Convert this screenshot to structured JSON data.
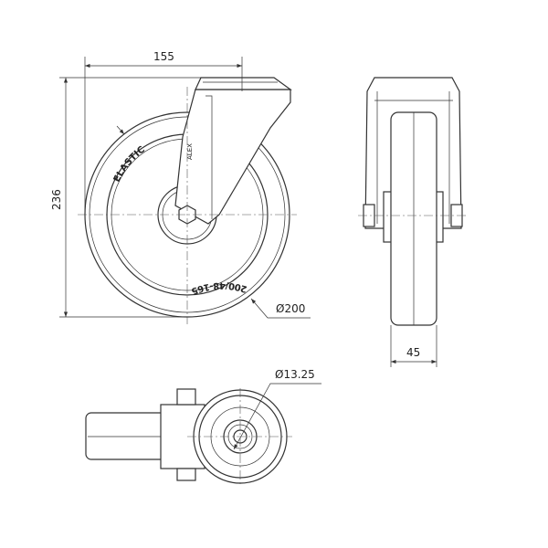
{
  "dimensions": {
    "width_offset": "155",
    "height": "236",
    "wheel_diameter": "Ø200",
    "wheel_width": "45",
    "bore_diameter": "Ø13.25"
  },
  "wheel_markings": {
    "brand": "ELASTIC",
    "size": "200/48-165",
    "fork_mark": "ALEX"
  }
}
